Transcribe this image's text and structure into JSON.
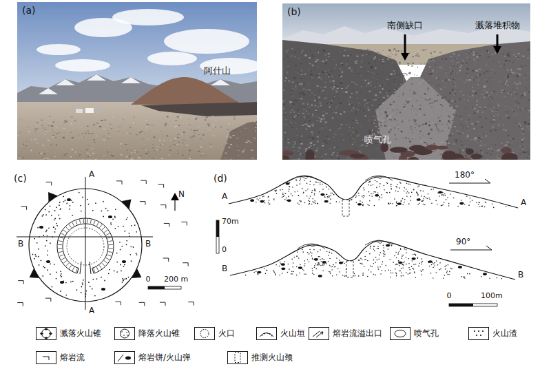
{
  "diagram": {
    "labels": [
      "(a)",
      "阿什山",
      "(b)",
      "南侧缺口",
      "溅落堆积物",
      "喷气孔",
      "(c)",
      "A",
      "A",
      "B",
      "B",
      "N",
      "0",
      "200 m",
      "(d)",
      "A",
      "A",
      "180°",
      "B",
      "B",
      "90°",
      "70m",
      "0",
      "0",
      "100m"
    ],
    "legend": [
      {
        "text": "溅落火山锥"
      },
      {
        "text": "降落火山锥"
      },
      {
        "text": "火口"
      },
      {
        "text": "火山垣"
      },
      {
        "text": "熔岩流溢出口"
      },
      {
        "text": "喷气孔"
      },
      {
        "text": "火山渣"
      },
      {
        "text": "熔岩流"
      },
      {
        "text": "熔岩饼/火山弹"
      },
      {
        "text": "推测火山颈"
      }
    ]
  }
}
